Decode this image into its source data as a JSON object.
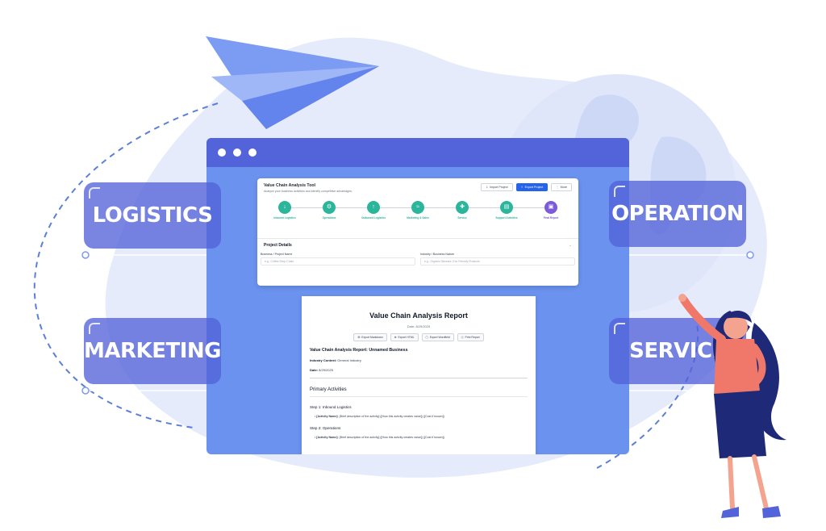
{
  "labels": {
    "logistics": "LOGISTICS",
    "marketing": "MARKETING",
    "operation": "OPERATION",
    "service": "SERVICE"
  },
  "app": {
    "title": "Value Chain Analysis Tool",
    "subtitle": "Analyze your business activities and identify competitive advantages.",
    "buttons": {
      "import": "Import Project",
      "export": "Export Project",
      "more": "More"
    },
    "steps": [
      {
        "label": "Inbound Logistics",
        "icon": "download-icon"
      },
      {
        "label": "Operations",
        "icon": "gear-icon"
      },
      {
        "label": "Outbound Logistics",
        "icon": "upload-icon"
      },
      {
        "label": "Marketing & Sales",
        "icon": "megaphone-icon"
      },
      {
        "label": "Service",
        "icon": "support-icon"
      },
      {
        "label": "Support Activities",
        "icon": "layers-icon"
      },
      {
        "label": "Final Report",
        "icon": "document-icon"
      }
    ],
    "project_details": {
      "title": "Project Details",
      "business_label": "Business / Project Name",
      "business_placeholder": "e.g., Coffee Shop Chain",
      "industry_label": "Industry / Business Nature",
      "industry_placeholder": "e.g., Organic Skincare, Eco Friendly Products"
    }
  },
  "report": {
    "title": "Value Chain Analysis Report",
    "date": "Date: 8/29/2025",
    "buttons": {
      "markdown": "Export Markdown",
      "html": "Export HTML",
      "wordfield": "Export Wordfield",
      "print": "Print Report"
    },
    "heading": "Value Chain Analysis Report: Unnamed Business",
    "industry_label": "Industry Context:",
    "industry_value": "General Industry",
    "date_label": "Date:",
    "date_value": "8/29/2025",
    "section": "Primary Activities",
    "step1": "Step 1: Inbound Logistics",
    "step1_item_bold": "[Activity Name]:",
    "step1_item_text": "[Brief description of the activity] ([How this activity creates value]) ([Cost if known])",
    "step2": "Step 2: Operations",
    "step2_item_bold": "[Activity Name]:",
    "step2_item_text": "[Brief description of the activity] ([How this activity creates value]) ([Cost if known])"
  },
  "colors": {
    "blob": "#e4e9fb",
    "browser": "#6a92ee",
    "browser_bar": "#5363d9",
    "tag": "#5363d9",
    "step": "#2bb59a",
    "final_step": "#7c5ad9",
    "woman_top": "#f0786a",
    "woman_skirt": "#1e2a78",
    "plane": "#7b9cf2"
  }
}
